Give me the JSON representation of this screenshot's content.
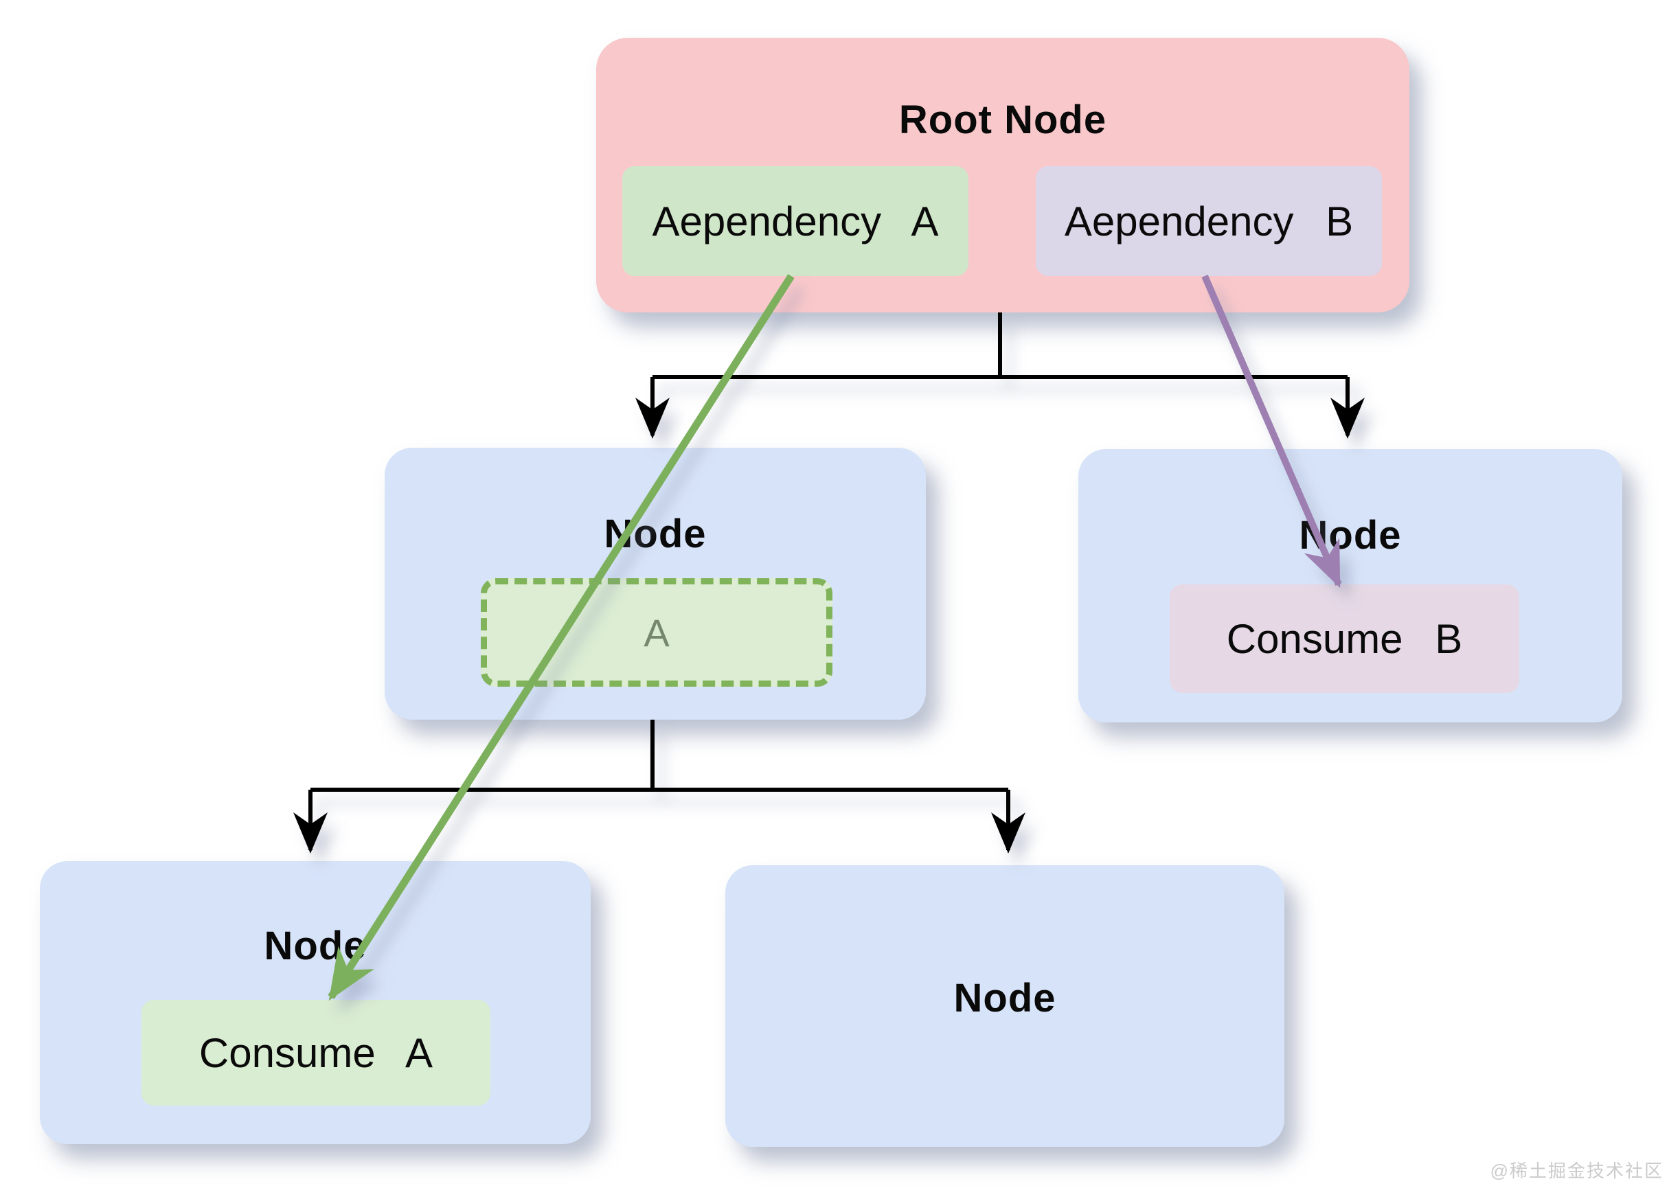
{
  "colors": {
    "root-fill": "#f9c8cb",
    "node-fill": "#d7e3f8",
    "dep-a-fill": "#cfe6c9",
    "dep-b-fill": "#dcd6e9",
    "consume-a-fill": "#d9edd2",
    "consume-b-fill": "#e6d9e5",
    "slot-fill": "#dcedd3",
    "slot-border": "#80b35a",
    "slot-text": "#75886f",
    "green-arrow": "#7cb05c",
    "purple-arrow": "#9e7fb1",
    "connector": "#000000",
    "text": "#0a0a0a",
    "watermark-color": "#cbcbcb"
  },
  "nodes": {
    "root": {
      "title": "Root Node",
      "dependency_a": "Aependency A",
      "dependency_b": "Aependency B"
    },
    "mid_left": {
      "title": "Node",
      "slot": "A"
    },
    "mid_right": {
      "title": "Node",
      "consume": "Consume B"
    },
    "bottom_left": {
      "title": "Node",
      "consume": "Consume A"
    },
    "bottom_mid": {
      "title": "Node"
    }
  },
  "edges": [
    {
      "from": "root",
      "to": "mid_left",
      "type": "tree-link"
    },
    {
      "from": "root",
      "to": "mid_right",
      "type": "tree-link"
    },
    {
      "from": "mid_left",
      "to": "bottom_left",
      "type": "tree-link"
    },
    {
      "from": "mid_left",
      "to": "bottom_mid",
      "type": "tree-link"
    },
    {
      "from": "dependency_a",
      "to": "consume_a",
      "type": "provide",
      "color": "green"
    },
    {
      "from": "dependency_b",
      "to": "consume_b",
      "type": "provide",
      "color": "purple"
    }
  ],
  "watermark": "@稀土掘金技术社区"
}
